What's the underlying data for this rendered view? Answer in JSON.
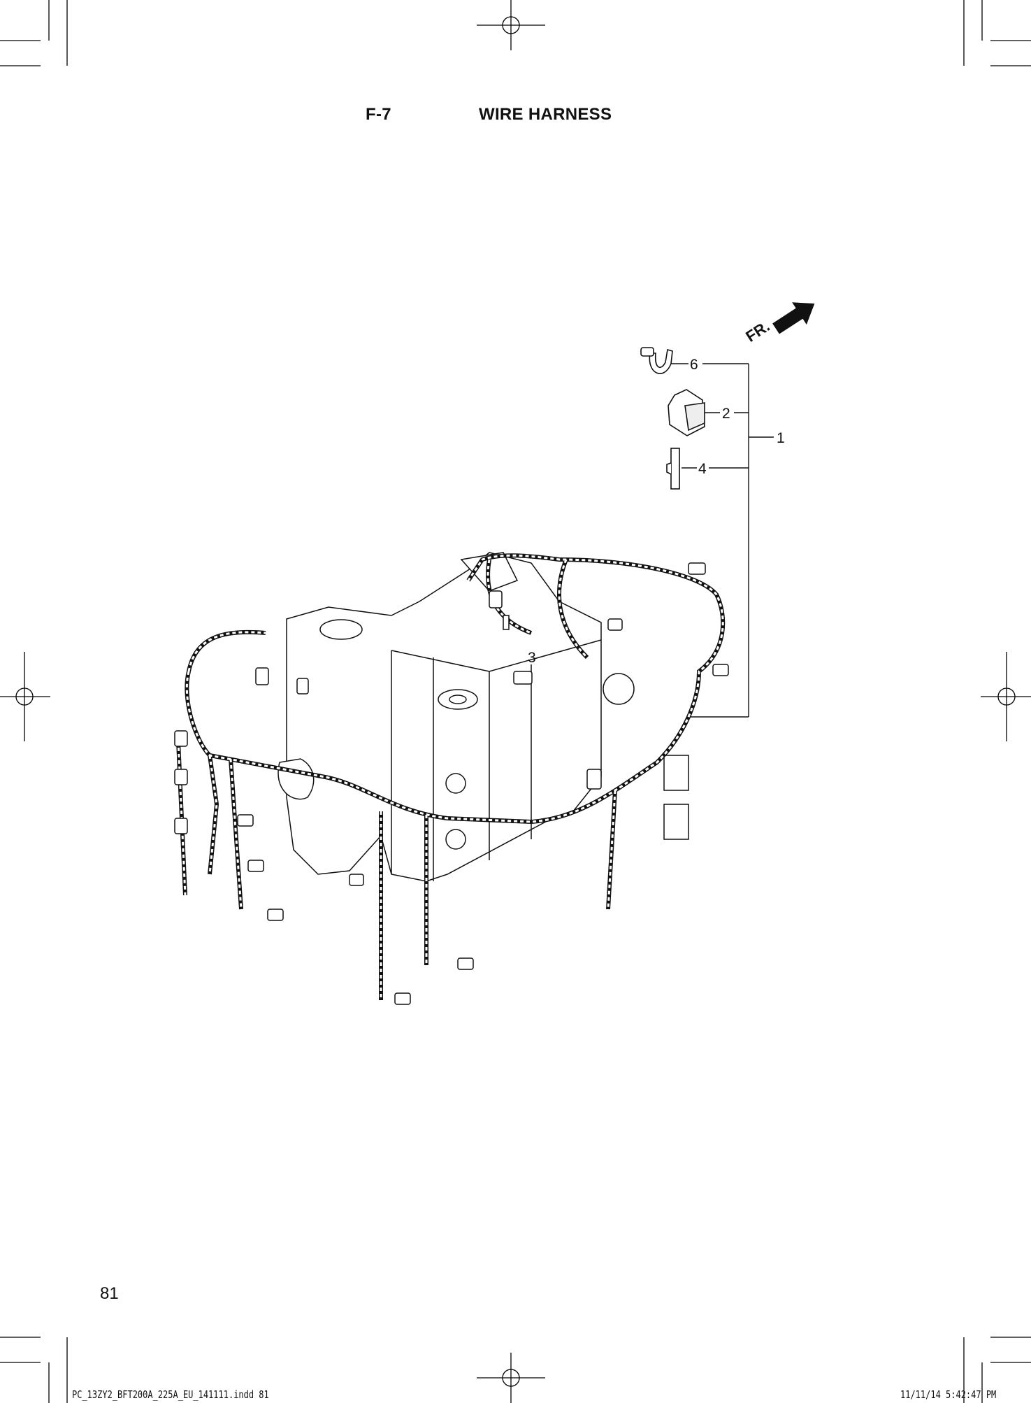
{
  "header": {
    "section_code": "F-7",
    "section_title": "WIRE HARNESS"
  },
  "diagram": {
    "direction_marker": "FR.",
    "callouts": [
      {
        "number": "6"
      },
      {
        "number": "2"
      },
      {
        "number": "1"
      },
      {
        "number": "4"
      },
      {
        "number": "3"
      }
    ]
  },
  "page_number": "81",
  "footer": {
    "file_name": "PC_13ZY2_BFT200A_225A_EU_141111.indd   81",
    "timestamp": "11/11/14   5:42:47 PM"
  }
}
